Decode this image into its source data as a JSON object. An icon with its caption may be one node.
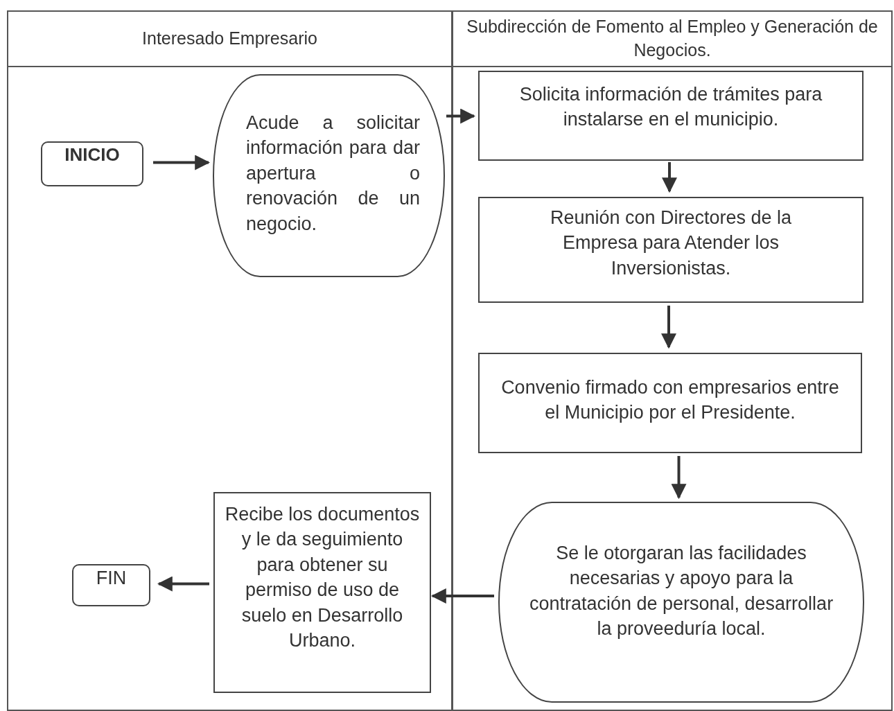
{
  "diagram": {
    "nodes": [
      {
        "text": [
          "Interesado Empresario"
        ]
      },
      {
        "text": [
          "Subdirección de Fomento al Empleo y Generación de Negocios."
        ]
      },
      {
        "text": [
          "INICIO"
        ],
        "in": 0
      },
      {
        "text": [
          "Acude a solicitar información para dar apertura o renovación de un negocio."
        ],
        "in": 0
      },
      {
        "text": [
          "Solicita información de trámites para instalarse en el municipio."
        ],
        "in": 1
      },
      {
        "text": [
          "Reunión con Directores de la Empresa para Atender los Inversionistas."
        ],
        "in": 1
      },
      {
        "text": [
          "Convenio firmado con empresarios entre el Municipio por el Presidente."
        ],
        "in": 1
      },
      {
        "text": [
          "Se le otorgaran las facilidades necesarias y apoyo para la contratación de personal, desarrollar la proveeduría local."
        ],
        "in": 1
      },
      {
        "text": [
          "Recibe los documentos y le da seguimiento para obtener su permiso de uso de suelo en Desarrollo Urbano."
        ],
        "in": 0
      },
      {
        "text": [
          "FIN"
        ],
        "in": 0
      }
    ],
    "edges": [
      {
        "from": 2,
        "to": 3,
        "arrow": "to"
      },
      {
        "from": 3,
        "to": 4,
        "arrow": "to"
      },
      {
        "from": 4,
        "to": 5,
        "arrow": "to"
      },
      {
        "from": 5,
        "to": 6,
        "arrow": "to"
      },
      {
        "from": 6,
        "to": 7,
        "arrow": "to"
      },
      {
        "from": 7,
        "to": 8,
        "arrow": "to"
      },
      {
        "from": 8,
        "to": 9,
        "arrow": "to"
      }
    ]
  }
}
